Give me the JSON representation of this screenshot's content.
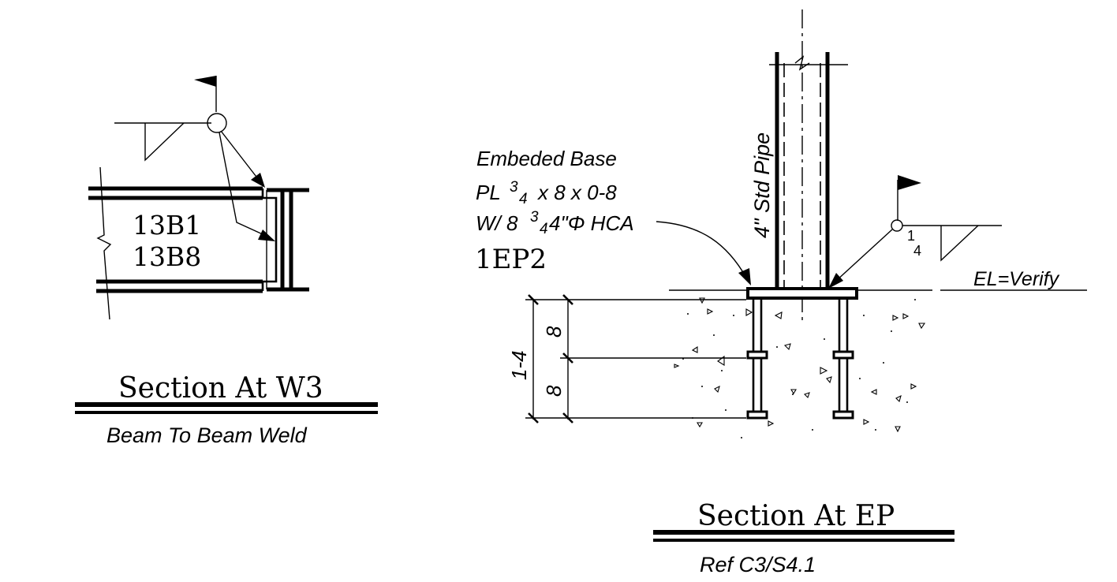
{
  "colors": {
    "ink": "#000000",
    "paper": "#ffffff"
  },
  "left_detail": {
    "beam_marks": [
      "13B1",
      "13B8"
    ],
    "title": "Section At W3",
    "subtitle": "Beam To Beam Weld"
  },
  "right_detail": {
    "pipe_label": "4\" Std Pipe",
    "note_lines": [
      "Embeded Base",
      "PL",
      "x 8 x 0-8",
      "W/ 8",
      "4\"Φ HCA"
    ],
    "plate_thickness": {
      "sup": "3",
      "sub": "4"
    },
    "anchor_diameter": {
      "sup": "3",
      "sub": "4"
    },
    "mark": "1EP2",
    "weld_size": {
      "sup": "1",
      "sub": "4"
    },
    "elevation": "EL=Verify",
    "dimensions": {
      "overall": "1-4",
      "upper": "8",
      "lower": "8"
    },
    "title": "Section At EP",
    "subtitle": "Ref C3/S4.1"
  }
}
